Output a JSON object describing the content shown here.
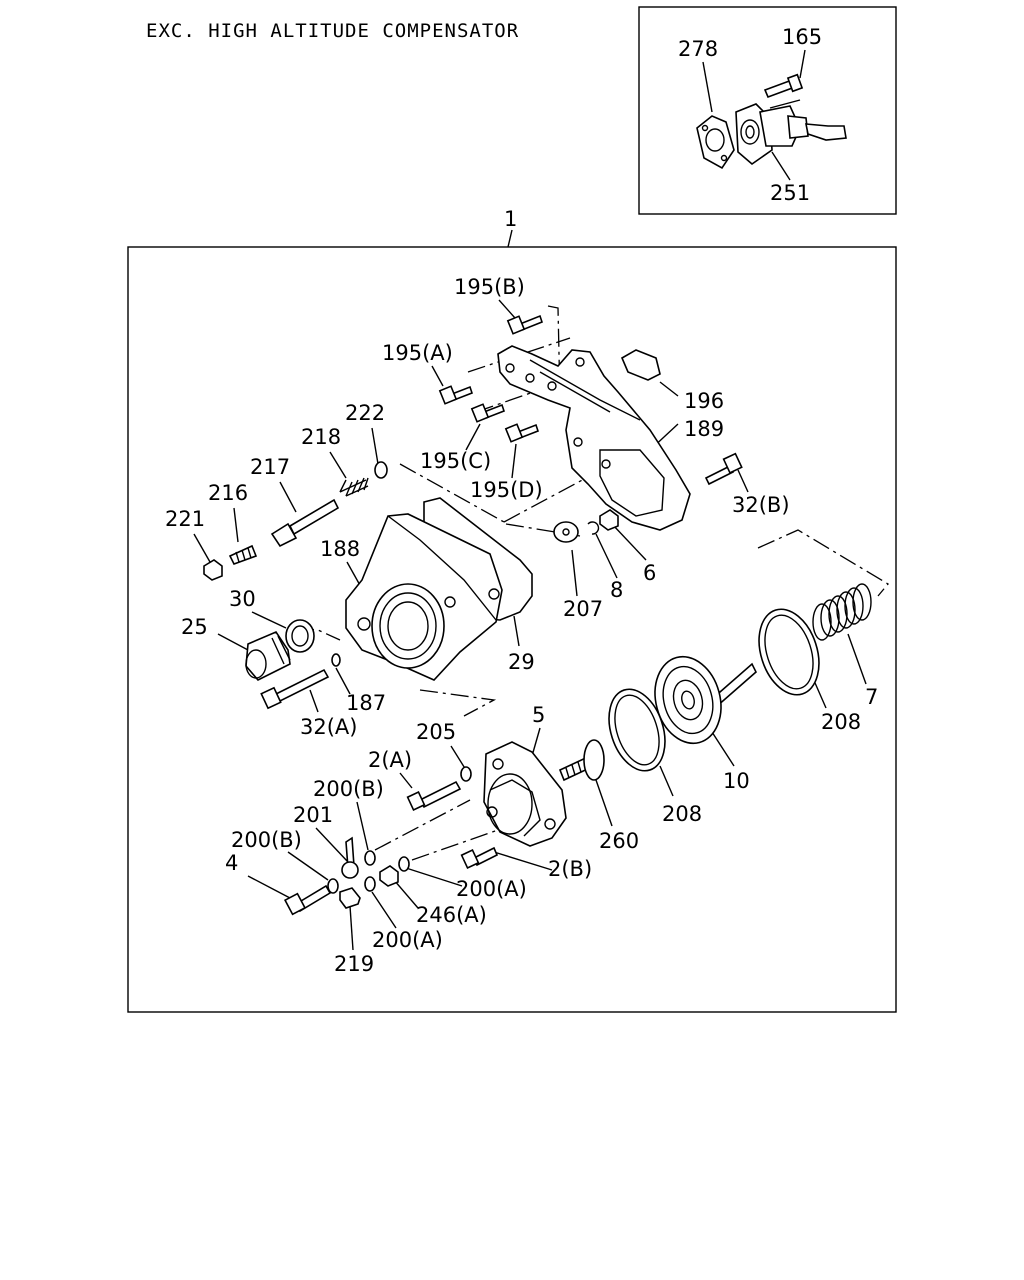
{
  "title": "EXC. HIGH ALTITUDE COMPENSATOR",
  "inset": {
    "labels": [
      "278",
      "165",
      "251"
    ]
  },
  "assembly_label": "1",
  "labels": {
    "l195b": "195(B)",
    "l195a": "195(A)",
    "l196": "196",
    "l189": "189",
    "l195c": "195(C)",
    "l195d": "195(D)",
    "l32b": "32(B)",
    "l222": "222",
    "l218": "218",
    "l217": "217",
    "l216": "216",
    "l221": "221",
    "l188": "188",
    "l30": "30",
    "l25": "25",
    "l29": "29",
    "l207": "207",
    "l8": "8",
    "l6": "6",
    "l187": "187",
    "l32a": "32(A)",
    "l7": "7",
    "l208a": "208",
    "l208b": "208",
    "l10": "10",
    "l260": "260",
    "l5": "5",
    "l205": "205",
    "l2a": "2(A)",
    "l200b1": "200(B)",
    "l201": "201",
    "l200b2": "200(B)",
    "l4": "4",
    "l2b": "2(B)",
    "l200a1": "200(A)",
    "l246a": "246(A)",
    "l200a2": "200(A)",
    "l219": "219"
  }
}
